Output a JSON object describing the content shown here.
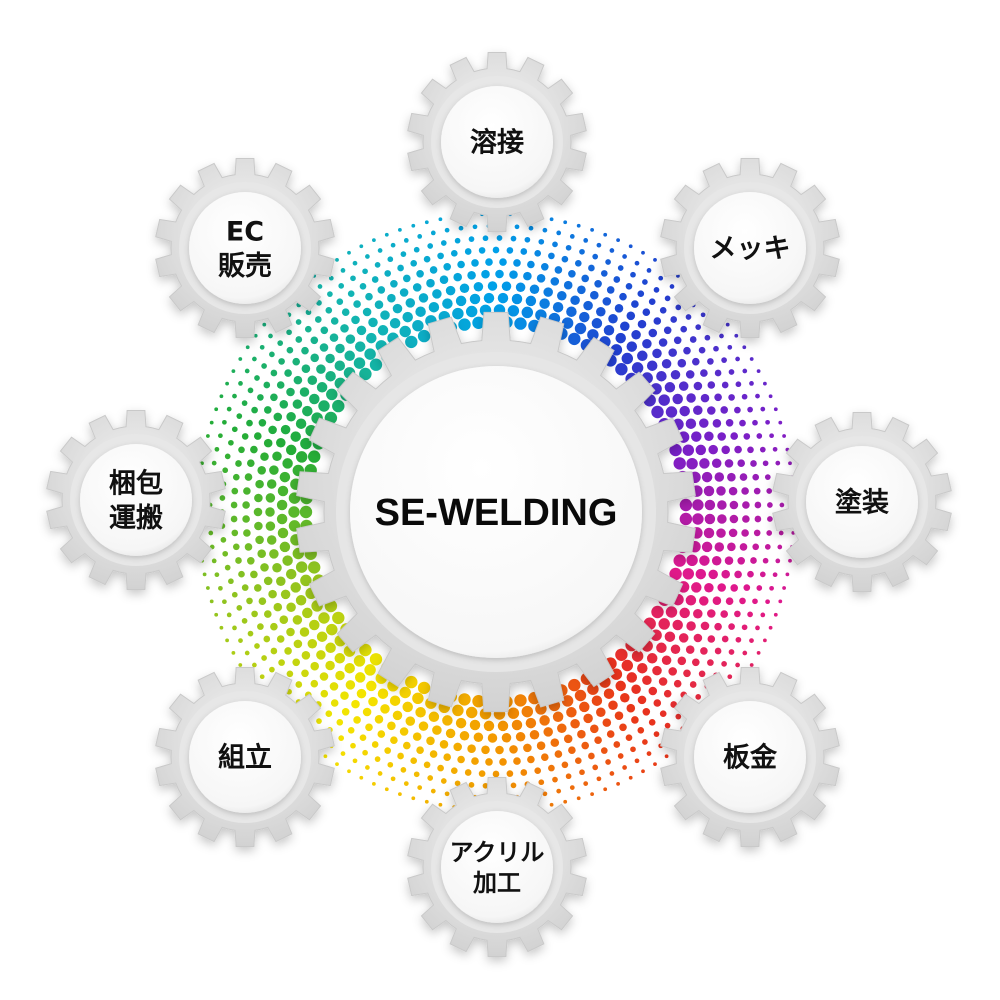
{
  "hub": {
    "label": "SE-WELDING",
    "dot_gradient_colors": [
      "#00a0e9",
      "#2040d0",
      "#7a1fc8",
      "#e0188c",
      "#e8331b",
      "#f39800",
      "#f4e500",
      "#8fc31f",
      "#22ac38",
      "#13b5b1"
    ]
  },
  "services": [
    {
      "id": "welding",
      "lines": [
        "溶接"
      ]
    },
    {
      "id": "plating",
      "lines": [
        "メッキ"
      ]
    },
    {
      "id": "painting",
      "lines": [
        "塗装"
      ]
    },
    {
      "id": "sheet-metal",
      "lines": [
        "板金"
      ]
    },
    {
      "id": "acrylic",
      "lines": [
        "アクリル",
        "加工"
      ]
    },
    {
      "id": "assembly",
      "lines": [
        "組立"
      ]
    },
    {
      "id": "packing-transport",
      "lines": [
        "梱包",
        "運搬"
      ]
    },
    {
      "id": "ec-sales",
      "lines": [
        "EC",
        "販売"
      ]
    }
  ]
}
